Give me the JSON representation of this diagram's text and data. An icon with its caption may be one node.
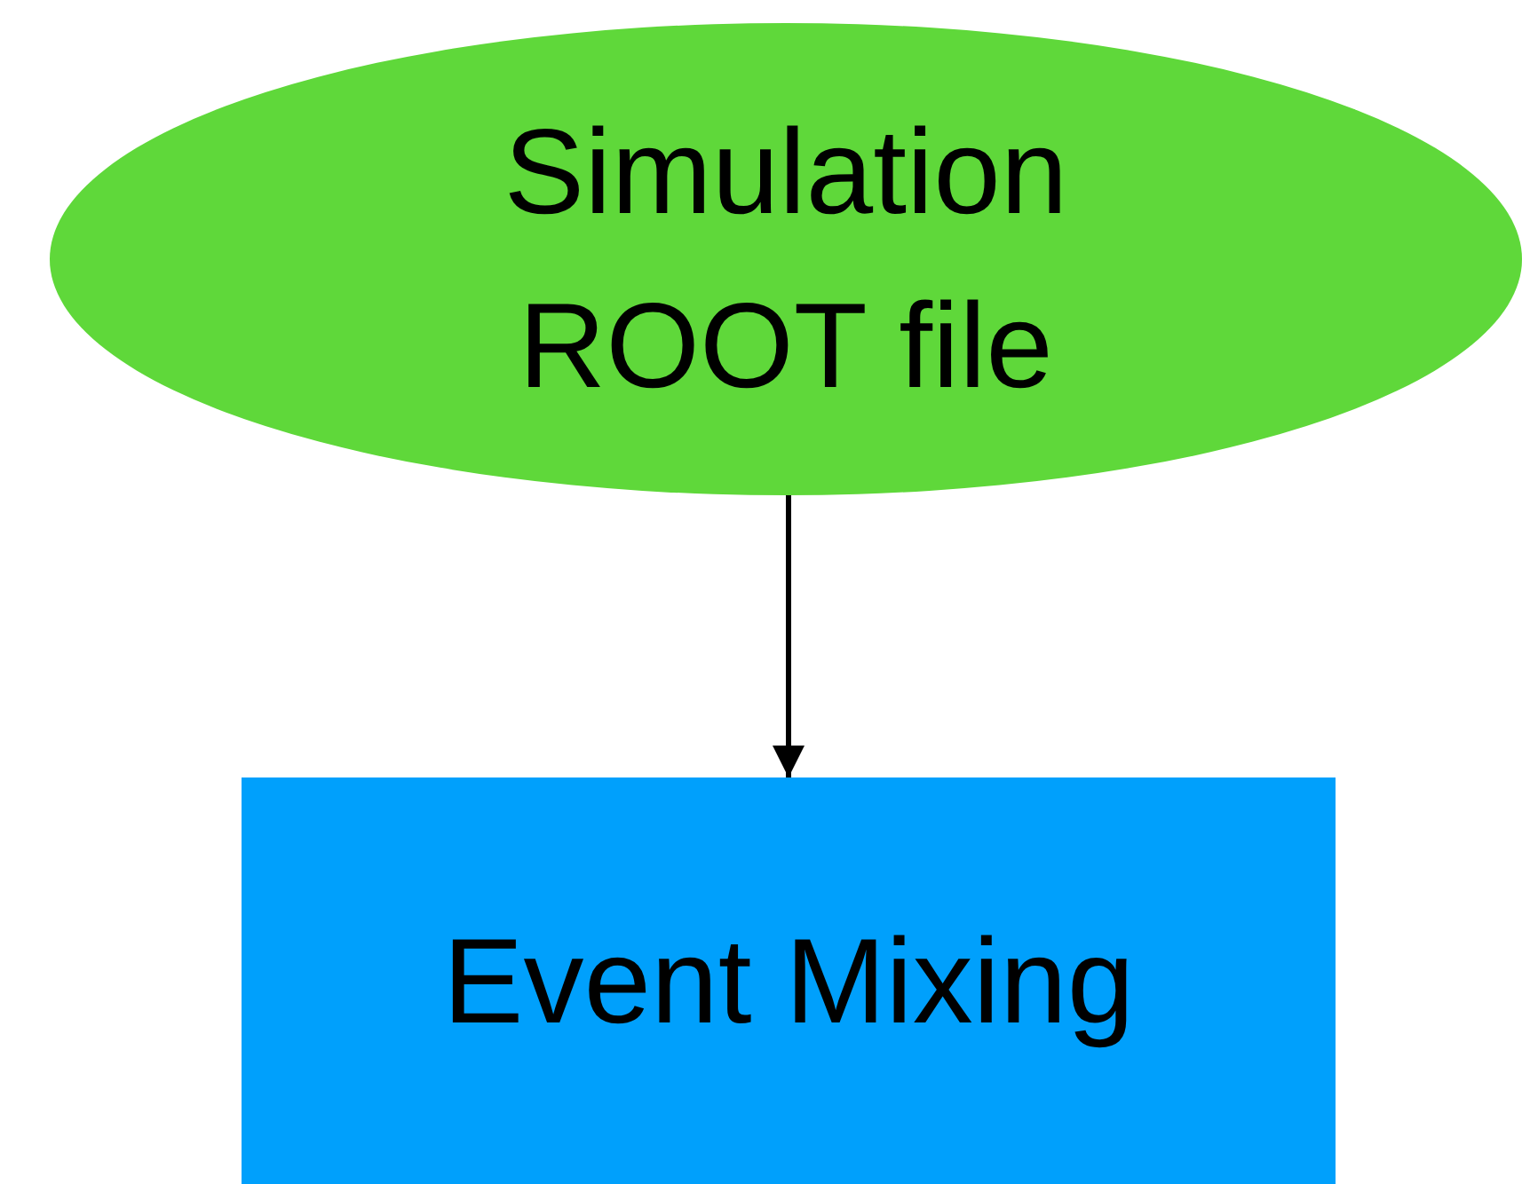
{
  "diagram": {
    "nodes": [
      {
        "text": [
          "Simulation ROOT file"
        ]
      },
      {
        "text": [
          "Event Mixing"
        ]
      }
    ],
    "edges": [
      {
        "from": 0,
        "to": 1,
        "arrow": "to"
      }
    ]
  }
}
